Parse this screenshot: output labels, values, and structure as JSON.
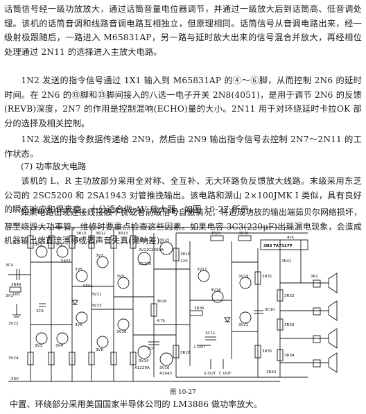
{
  "paragraphs": [
    "话筒信号经一级功放放大，通过话筒音量电位器调节，并通过一级放大后到话筒高、低音调处理。该机的话筒音调和线路音调电路互相独立，但原理相同。话筒信号从音调电路出来，经一级射极跟随后，一路进入 M65831AP，另一路与延时放大出来的信号混合并放大，再经相位处理通过 2N11 的选择进入主放大电路。",
    "1N2 发送的指令信号通过 1X1 输入到 M65831AP 的④～⑥脚，从而控制 2N6 的延时时间。在 2N6 的⑬脚和㉓脚间接入的八选一电子开关 2N8(4051)，是用于调节 2N6 的反馈(REVB)深度，2N7 的作用是控制混响(ECHO)量的大小。2N11 用于对环绕延时卡拉OK 部分的选择及相关控制。",
    "1N2 发送的指令数据传递给 2N9，然后由 2N9 输出指令信号去控制 2N7～2N11 的工作状态。"
  ],
  "section_heading": "(7) 功率放大电路",
  "paragraphs_after": [
    "该机的 L、R 主功放部分采用全对称、全互补、无大环路负反馈放大线路。末级采用东芝公司的 2SC5200 和 2SA1943 对管推挽输出。该电路和湖山 2×100JMK I 类似，具有良好的瞬态响应和保真度，十分适合做 AV 放大器，如图 10-27 所示。",
    "如果电路出现连接线接触不良或者前级信号自激情况，将造成功放的输出端茹贝尔网络损坏，甚至烧毁大功率管，维修时要重点检查这些因素。如果电容 3C3(220μF)出现漏电现象，会造成机器输出端直流漂移或者声音失真(频响差)。"
  ],
  "figure": {
    "caption": "图 10-27",
    "labels": {
      "supply_pos": "+56V",
      "supply_neg": "-56V",
      "ic": "3N3 TA7317P",
      "r_3r10": "3R10",
      "r_3r12": "3R12",
      "r_3r13": "3R13",
      "r_3r14": "3R14",
      "r_3r16": "3R16",
      "r_3r26": "3R26",
      "r_3r28": "3R28",
      "r_3r29": "3R29",
      "r_3r30": "3R30",
      "r_3r31": "3R31",
      "r_3r32": "3R32",
      "r_3r33": "3R33",
      "r_3r34": "3R34",
      "r_3r35": "3R35",
      "r_3r36": "3R36",
      "r_3r40": "3R40",
      "r_3r41": "3R41",
      "r_3r42": "3R42",
      "c_3c4": "3C4",
      "c_3c6": "3C6",
      "c_3c8": "3C8",
      "c_3c10": "3C10",
      "c_3c11": "3C11",
      "q_3v1": "3V1",
      "q_3v2": "3V2",
      "q_3v3": "3V3",
      "q_3v4": "3V4",
      "q_3v5": "3V5",
      "q_3v6": "3V6",
      "q_3v7": "3V7",
      "q_3v8": "3V8",
      "q_3v9": "3V9",
      "q_3v10": "3V10",
      "q_3v11": "3V11",
      "q_3v12": "3V12",
      "q_3v13": "3V13",
      "q_3v14": "3V14",
      "q_3v15": "3V15",
      "q_3v16": "3V16",
      "q_3v17": "3V17",
      "q_3v18": "3V18",
      "q_3v19": "3V19",
      "q_3v21": "3V21",
      "q_3v22": "3V22",
      "q_3v24": "3V24",
      "x_3x1": "3X1",
      "l_out": "L OUT",
      "s_out": "S OUT",
      "c_out": "C OUT",
      "relay": "3K1",
      "fb_4k7": "4.7k",
      "val_1k": "1k",
      "val_47k": "47k",
      "val_100": "100",
      "val_220": "220",
      "val_c5200": "C5200",
      "val_a1943": "A1943",
      "val_5551": "5551",
      "val_5401": "5401",
      "val_a1220a": "A1220A",
      "val_c2690a": "C2690A"
    }
  },
  "closing": "中置、环绕部分采用美国国家半导体公司的 LM3886 做功率放大。"
}
